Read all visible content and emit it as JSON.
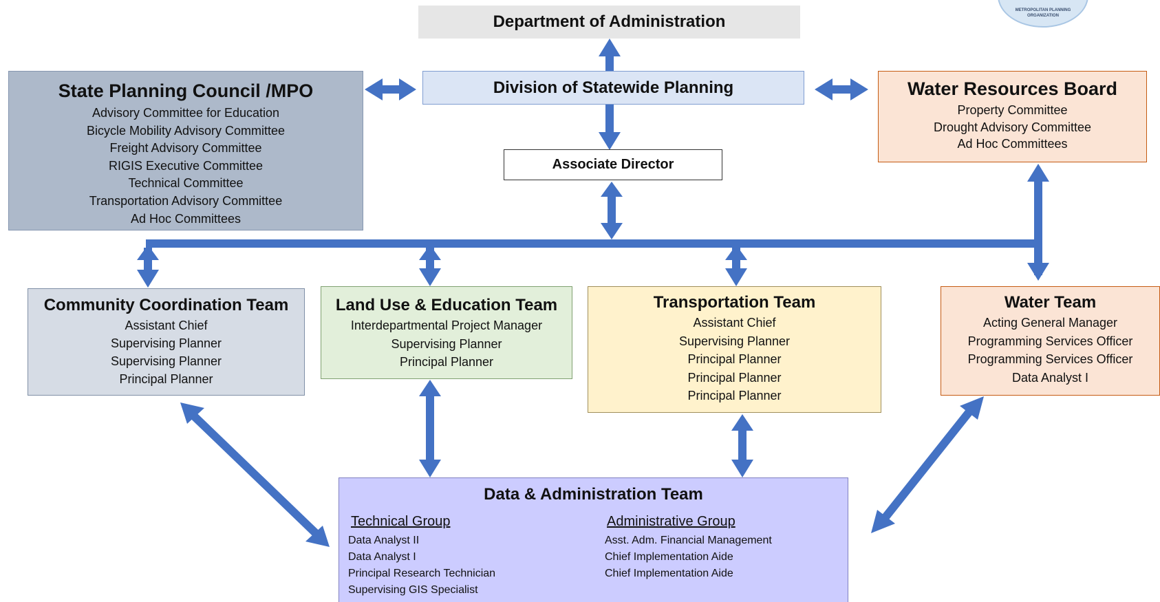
{
  "department": "Department of Administration",
  "division": "Division of Statewide Planning",
  "associate_director": "Associate Director",
  "state_planning_council": {
    "title": "State Planning Council /MPO",
    "items": [
      "Advisory Committee for Education",
      "Bicycle Mobility Advisory Committee",
      "Freight Advisory Committee",
      "RIGIS Executive Committee",
      "Technical Committee",
      "Transportation Advisory Committee",
      "Ad Hoc Committees"
    ]
  },
  "water_resources_board": {
    "title": "Water Resources Board",
    "items": [
      "Property Committee",
      "Drought Advisory Committee",
      "Ad Hoc Committees"
    ]
  },
  "community_coordination_team": {
    "title": "Community Coordination Team",
    "items": [
      "Assistant Chief",
      "Supervising Planner",
      "Supervising Planner",
      "Principal Planner"
    ]
  },
  "land_use_education_team": {
    "title": "Land Use & Education Team",
    "items": [
      "Interdepartmental Project Manager",
      "Supervising Planner",
      "Principal Planner"
    ]
  },
  "transportation_team": {
    "title": "Transportation Team",
    "items": [
      "Assistant Chief",
      "Supervising Planner",
      "Principal Planner",
      "Principal Planner",
      "Principal Planner"
    ]
  },
  "water_team": {
    "title": "Water Team",
    "items": [
      "Acting General Manager",
      "Programming Services Officer",
      "Programming Services Officer",
      "Data Analyst I"
    ]
  },
  "data_admin_team": {
    "title": "Data & Administration Team",
    "technical_group": {
      "heading": "Technical Group",
      "items": [
        "Data Analyst II",
        "Data Analyst I",
        "Principal Research Technician",
        "Supervising GIS Specialist"
      ]
    },
    "administrative_group": {
      "heading": "Administrative Group",
      "items": [
        "Asst. Adm. Financial Management",
        "Chief Implementation Aide",
        "Chief Implementation Aide"
      ]
    }
  },
  "logo": {
    "text_line1": "METROPOLITAN PLANNING",
    "text_line2": "ORGANIZATION"
  },
  "colors": {
    "arrow": "#4472c4",
    "state_planning_council": "#adb9ca",
    "water": "#fbe4d5",
    "community": "#d6dce5",
    "land_use": "#e2efda",
    "transportation": "#fff2cc",
    "data_admin": "#ccccff"
  }
}
